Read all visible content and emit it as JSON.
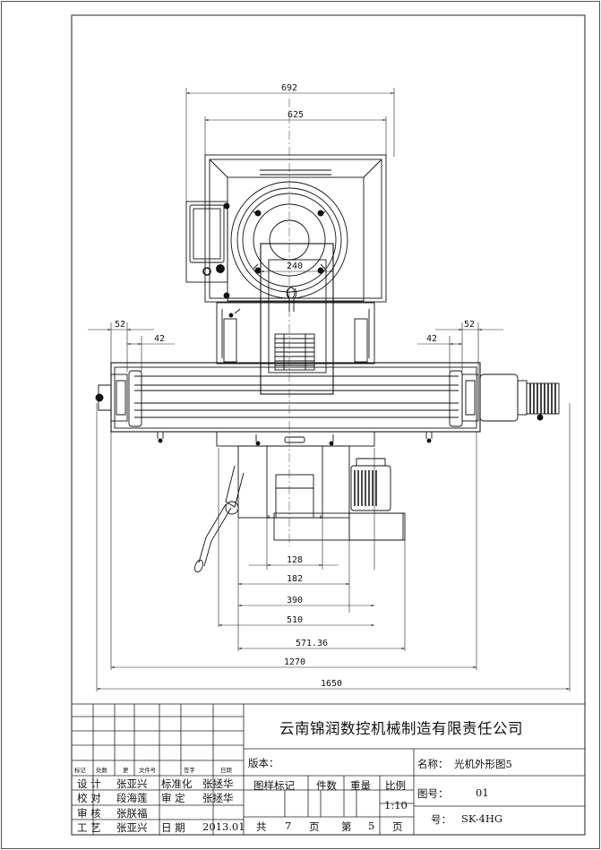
{
  "drawing": {
    "dimensions": {
      "top_overall": "692",
      "top_body": "625",
      "ram": "240",
      "left_outer": "52",
      "left_inner": "42",
      "right_outer": "52",
      "right_inner": "42",
      "b128": "128",
      "b182": "182",
      "b390": "390",
      "b510": "510",
      "b571": "571.36",
      "b1270": "1270",
      "b1650": "1650"
    }
  },
  "title_block": {
    "company": "云南锦润数控机械制造有限责任公司",
    "revision_header": {
      "col1": "标记",
      "col2": "处数",
      "col3": "更",
      "col4": "文件号",
      "col5": "签字",
      "col6": "日期"
    },
    "rows": [
      {
        "role": "设 计",
        "person": "张亚兴",
        "role2": "标准化",
        "person2": "张拯华"
      },
      {
        "role": "校 对",
        "person": "段海莲",
        "role2": "审 定",
        "person2": "张拯华"
      },
      {
        "role": "审 核",
        "person": "张朕福",
        "role2": "",
        "person2": ""
      },
      {
        "role": "工 艺",
        "person": "张亚兴",
        "role2": "日 期",
        "person2": "2013.01"
      }
    ],
    "version_label": "版本：",
    "mark_label": "图样标记",
    "qty_label": "件数",
    "weight_label": "重量",
    "scale_label": "比例",
    "scale_value": "1:10",
    "total_label": "共",
    "total_pages": "7",
    "page_unit": "页",
    "sheet_label": "第",
    "sheet_no": "5",
    "sheet_unit": "页",
    "name_label": "名称：",
    "name_value": "光机外形图5",
    "figno_label": "图号：",
    "figno_value": "01",
    "model_label": "号：",
    "model_value": "SK-4HG"
  }
}
